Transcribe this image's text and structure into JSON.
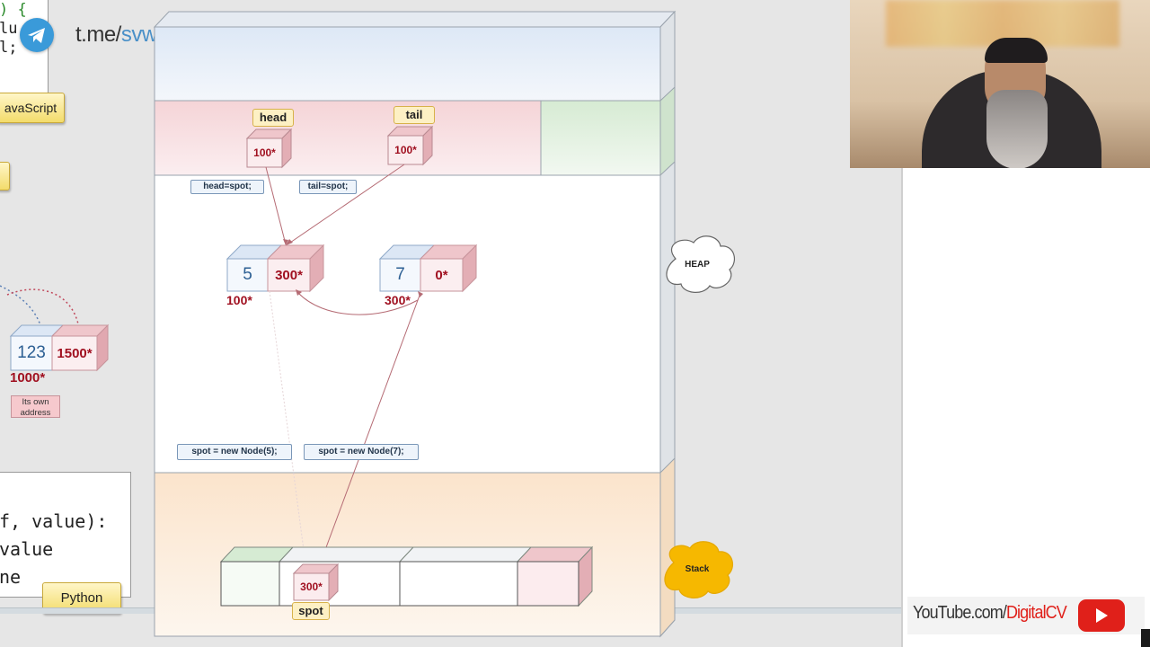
{
  "channel": {
    "telegram_text_prefix": "t.me/",
    "telegram_text_handle": "svworkshops",
    "youtube_prefix": "YouTube.com/",
    "youtube_handle": "DigitalCV"
  },
  "left_panel": {
    "code_top_lines": [
      ") {",
      "lu",
      "l;"
    ],
    "javascript_button": "avaScript",
    "node": {
      "value": "123",
      "next": "1500*",
      "address": "1000*",
      "note": "Its own address"
    },
    "code_bottom_lines": [
      "f, value):",
      "value",
      "ne"
    ],
    "python_button": "Python"
  },
  "diagram": {
    "heap_label": "HEAP",
    "stack_label": "Stack",
    "head": {
      "label": "head",
      "value": "100*"
    },
    "tail": {
      "label": "tail",
      "value": "100*"
    },
    "code_head": "head=spot;",
    "code_tail": "tail=spot;",
    "node1": {
      "value": "5",
      "next": "300*",
      "address": "100*"
    },
    "node2": {
      "value": "7",
      "next": "0*",
      "address": "300*"
    },
    "code_new5": "spot = new Node(5);",
    "code_new7": "spot = new Node(7);",
    "spot": {
      "label": "spot",
      "value": "300*"
    }
  },
  "colors": {
    "accent_blue": "#4a90c8",
    "heap_red": "#f6d6d9",
    "stack_orange": "#fbe8d4",
    "youtube_red": "#e0201a"
  }
}
